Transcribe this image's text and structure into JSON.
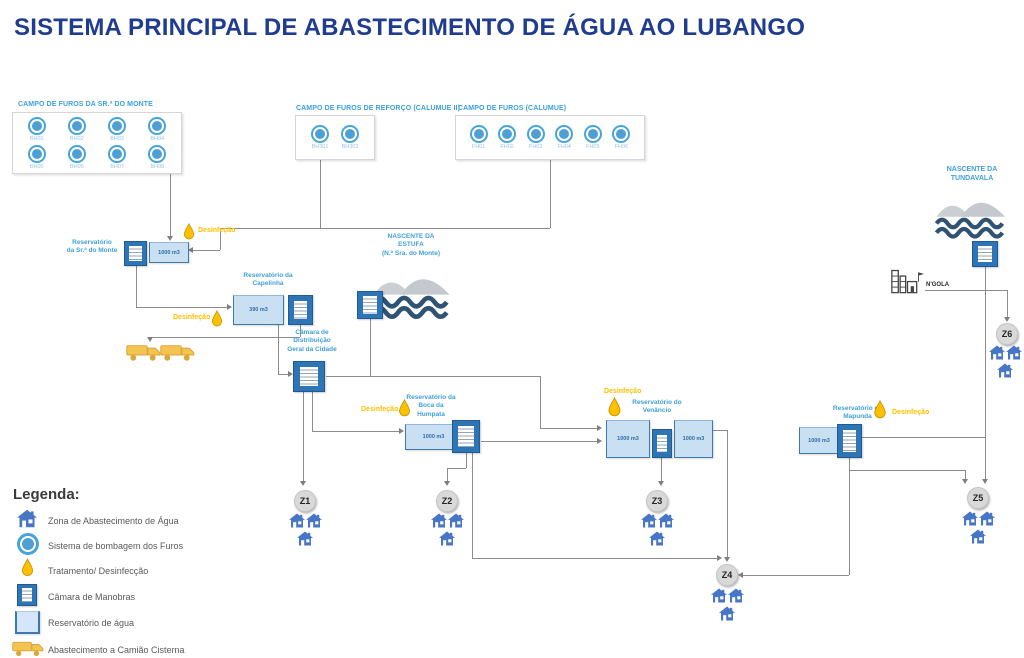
{
  "title": "SISTEMA PRINCIPAL DE ABASTECIMENTO DE ÁGUA AO LUBANGO",
  "fields": {
    "monte": {
      "title": "CAMPO DE FUROS DA SR.ª DO MONTE",
      "boreholes": [
        "BH01",
        "BH02",
        "BH03",
        "BH04",
        "BH05",
        "BH06",
        "BH07",
        "BH08"
      ]
    },
    "calumue2": {
      "title": "CAMPO DE FUROS DE REFORÇO (CALUMUE II)",
      "boreholes": [
        "BH301",
        "BH303"
      ]
    },
    "calumue": {
      "title": "CAMPO DE FUROS (CALUMUE)",
      "boreholes": [
        "FH01",
        "FH02",
        "FH03",
        "FH04",
        "FH05",
        "FH06"
      ]
    }
  },
  "springs": {
    "tundavala": {
      "line1": "NASCENTE DA",
      "line2": "TUNDAVALA"
    },
    "estufa": {
      "line1": "NASCENTE DA",
      "line2": "ESTUFA",
      "line3": "(N.ª Sra. do Monte)"
    }
  },
  "nodes": {
    "res_monte": {
      "line1": "Reservatório",
      "line2": "da Sr.ª do Monte",
      "volume": "1000 m3"
    },
    "res_capelinha": {
      "line1": "Reservatório da",
      "line2": "Capelinha",
      "volume": "390 m3"
    },
    "res_humpata": {
      "line1": "Reservatório da",
      "line2": "Boca da",
      "line3": "Humpata",
      "volume": "1000 m3"
    },
    "res_venancio": {
      "line1": "Reservatório do",
      "line2": "Venâncio",
      "volume_a": "1000 m3",
      "volume_b": "1000 m3"
    },
    "res_mapunda": {
      "line1": "Reservatório de",
      "line2": "Mapunda",
      "volume": "1000 m3"
    },
    "camara_geral": {
      "line1": "Câmara de",
      "line2": "Distribuição",
      "line3": "Geral da Cidade"
    },
    "factory": {
      "label": "N'GOLA"
    }
  },
  "disinfection_label": "Desinfeção",
  "zones": {
    "z1": "Z1",
    "z2": "Z2",
    "z3": "Z3",
    "z4": "Z4",
    "z5": "Z5",
    "z6": "Z6"
  },
  "legend": {
    "title": "Legenda:",
    "items": [
      {
        "icon": "house-icon",
        "label": "Zona de Abastecimento de Água"
      },
      {
        "icon": "borehole-icon",
        "label": "Sistema de bombagem dos Furos"
      },
      {
        "icon": "droplet-icon",
        "label": "Tratamento/ Desinfecção"
      },
      {
        "icon": "chamber-icon",
        "label": "Câmara de Manobras"
      },
      {
        "icon": "reservoir-icon",
        "label": "Reservatório de água"
      },
      {
        "icon": "truck-icon",
        "label": "Abastecimento a Camião Cisterna"
      }
    ]
  },
  "colors": {
    "title_navy": "#1F3C8F",
    "accent_blue": "#41A0D8",
    "chamber_blue": "#2E75B6",
    "reservoir_fill": "#C9DFF2",
    "disinfection_yellow": "#FFC000",
    "line_gray": "#8C8C8C"
  }
}
